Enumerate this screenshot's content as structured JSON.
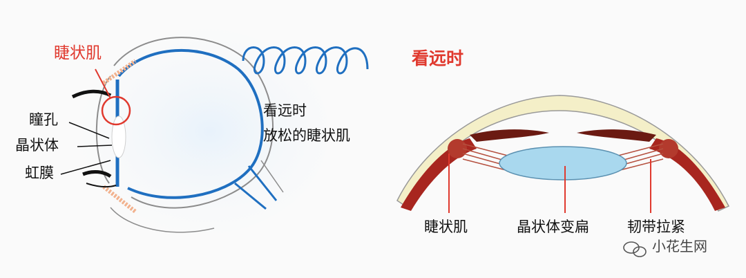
{
  "left_labels": {
    "ciliary_muscle": "睫状肌",
    "pupil": "瞳孔",
    "lens": "晶状体",
    "iris": "虹膜"
  },
  "caption": {
    "line1": "看远时",
    "line2": "放松的睫状肌"
  },
  "right_title": "看远时",
  "right_labels": {
    "ciliary_muscle": "睫状肌",
    "lens_flat": "晶状体变扁",
    "zonule_tight": "韧带拉紧"
  },
  "watermark": "小花生网",
  "colors": {
    "accent_red": "#e0392e",
    "eye_blue": "#1f6fc0",
    "muscle_brown": "#a8261f",
    "lens_blue": "#a9d8ee",
    "sclera_cream": "#f4efc8"
  }
}
